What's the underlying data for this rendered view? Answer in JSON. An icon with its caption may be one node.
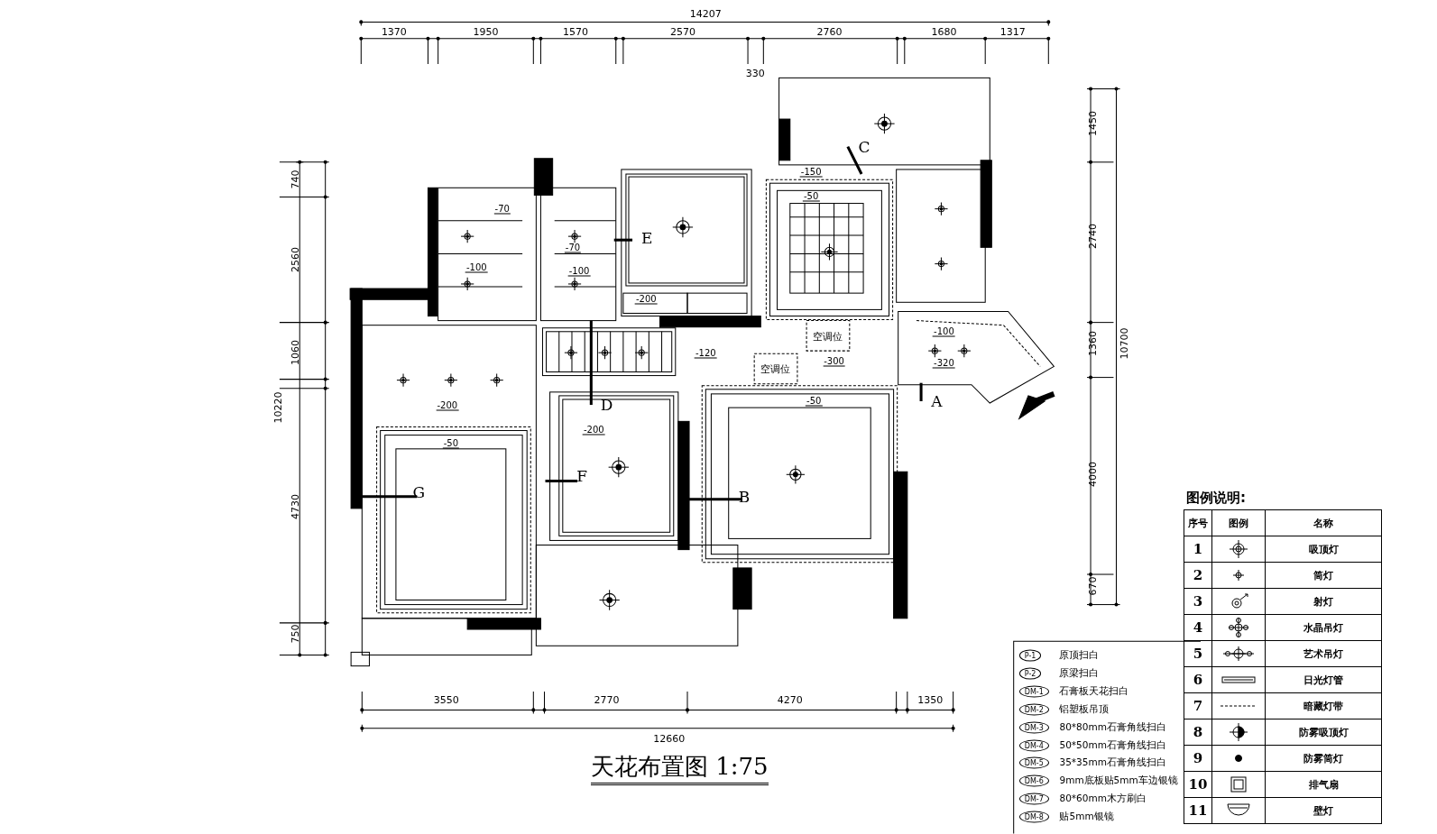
{
  "diagram": {
    "title": "天花布置图 1:75",
    "labels": [
      "14207",
      "1370",
      "1950",
      "1570",
      "2570",
      "330",
      "2760",
      "1680",
      "1317",
      "10220",
      "740",
      "2560",
      "1060",
      "4730",
      "750",
      "1450",
      "2740",
      "1360",
      "4000",
      "670",
      "10700",
      "C",
      "-150",
      "-50",
      "-70",
      "E",
      "-70",
      "-100",
      "-100",
      "-200",
      "-100",
      "空调位",
      "-120",
      "-300",
      "-320",
      "空调位",
      "A",
      "-50",
      "D",
      "-200",
      "-200",
      "-50",
      "F",
      "G",
      "B",
      "3550",
      "2770",
      "4270",
      "1350",
      "12660",
      "P-1",
      "原顶扫白",
      "P-2",
      "原梁扫白",
      "DM-1",
      "石膏板天花扫白",
      "DM-2",
      "铝塑板吊顶",
      "DM-3",
      "80*80mm石膏角线扫白",
      "DM-4",
      "50*50mm石膏角线扫白",
      "DM-5",
      "35*35mm石膏角线扫白",
      "DM-6",
      "9mm底板贴5mm车边银镜",
      "DM-7",
      "80*60mm木方刷白",
      "DM-8",
      "贴5mm银镜",
      "图例说明:",
      "序号",
      "图例",
      "名称",
      "1",
      "吸顶灯",
      "2",
      "筒灯",
      "3",
      "射灯",
      "4",
      "水晶吊灯",
      "5",
      "艺术吊灯",
      "6",
      "日光灯管",
      "7",
      "暗藏灯带",
      "8",
      "防雾吸顶灯",
      "9",
      "防雾筒灯",
      "10",
      "排气扇",
      "11",
      "壁灯"
    ]
  }
}
